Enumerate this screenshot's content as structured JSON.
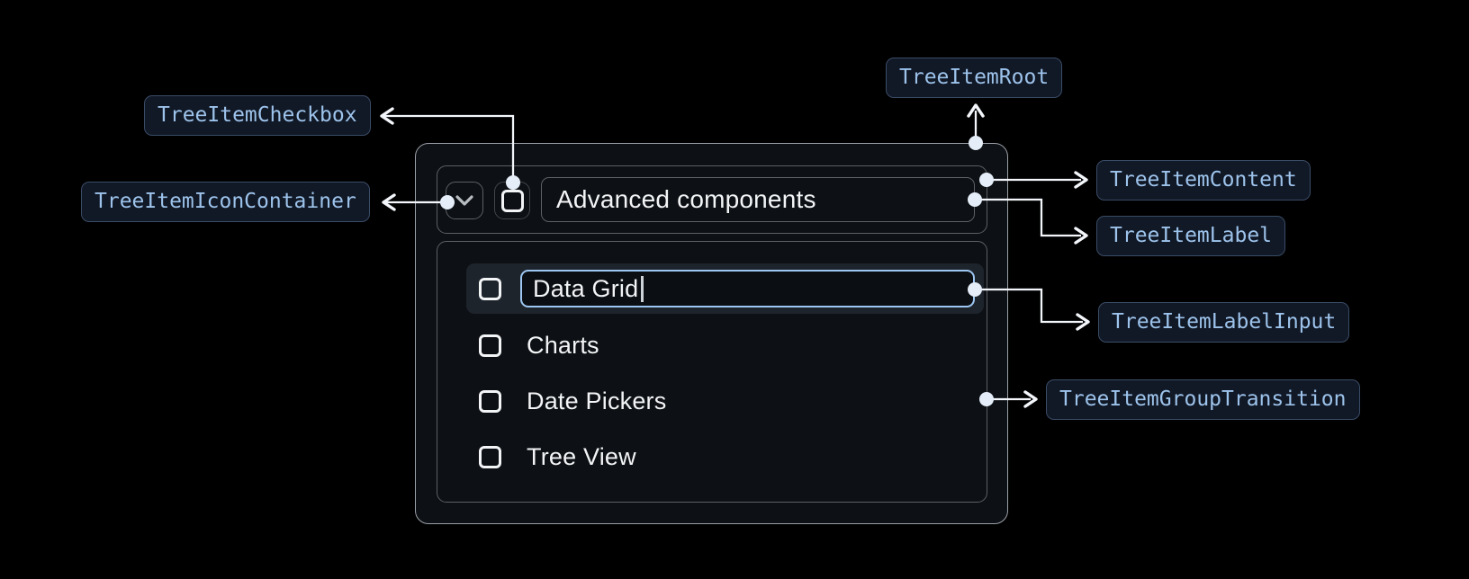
{
  "callouts": {
    "checkbox": "TreeItemCheckbox",
    "icon_container": "TreeItemIconContainer",
    "root": "TreeItemRoot",
    "content": "TreeItemContent",
    "label": "TreeItemLabel",
    "label_input": "TreeItemLabelInput",
    "group_transition": "TreeItemGroupTransition"
  },
  "tree": {
    "parent": {
      "label": "Advanced components",
      "expanded": true,
      "checked": false
    },
    "editing_item": {
      "value": "Data Grid",
      "checked": false,
      "editing": true
    },
    "items": [
      {
        "label": "Charts",
        "checked": false
      },
      {
        "label": "Date Pickers",
        "checked": false
      },
      {
        "label": "Tree View",
        "checked": false
      }
    ]
  },
  "colors": {
    "bg": "#000000",
    "surface": "#0d1014",
    "border-strong": "#9aa0a7",
    "border-soft": "#5c6167",
    "row-bg": "#1e242c",
    "accent": "#9dc7f2",
    "text": "#f2f4f6",
    "callout-bg": "#111826",
    "callout-border": "#3a4c66",
    "callout-text": "#9dc3eb",
    "connector": "#f3f6fa",
    "dot": "#e4edf8"
  }
}
